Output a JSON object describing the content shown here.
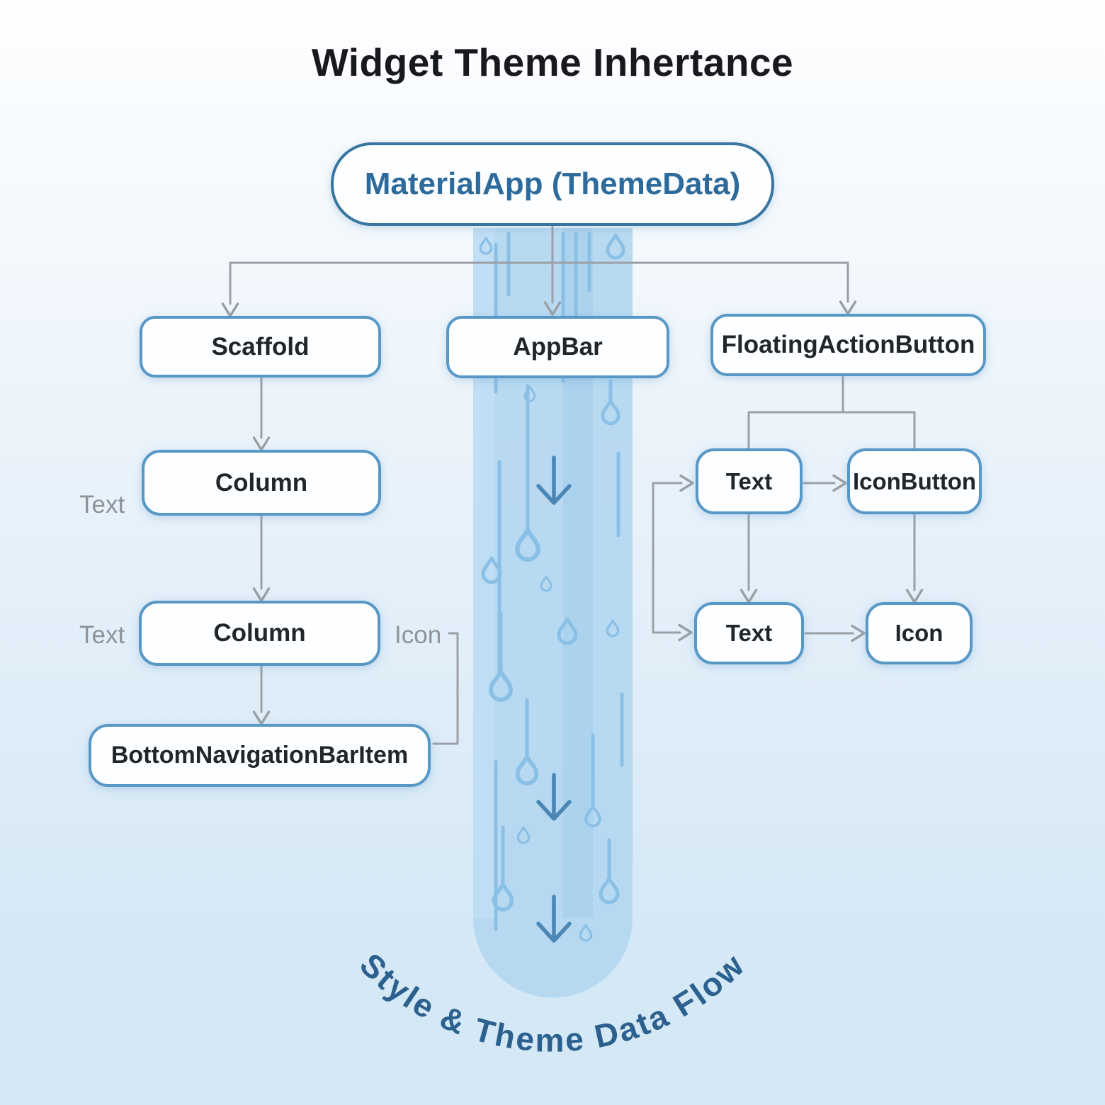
{
  "title": "Widget Theme Inhertance",
  "nodes": {
    "materialapp": "MaterialApp (ThemeData)",
    "scaffold": "Scaffold",
    "appbar": "AppBar",
    "fab": "FloatingActionButton",
    "column1": "Column",
    "column2": "Column",
    "bottomnavitem": "BottomNavigationBarItem",
    "text1": "Text",
    "iconbutton": "IconButton",
    "text2": "Text",
    "icon": "Icon"
  },
  "labels": {
    "column1_left": "Text",
    "column2_left": "Text",
    "column2_right": "Icon"
  },
  "flow_label": "Style & Theme Data Flow",
  "icons": {
    "droplet": "droplet-icon",
    "down_arrow": "down-arrow-icon"
  },
  "colors": {
    "background_top": "#fdfeff",
    "background_bottom": "#d3e7f5",
    "root_border": "#38759f",
    "root_text": "#2d6b9c",
    "node_border": "#5898c6",
    "node_text": "#22262b",
    "connector_gray": "#9aa0a6",
    "stream_fill": "#b3d7f0",
    "stream_detail": "#8bc0e6",
    "stream_arrow": "#4b86b4",
    "flow_caption_text": "#2b608f",
    "side_label_text": "#8d9399",
    "title_text": "#17191d"
  }
}
